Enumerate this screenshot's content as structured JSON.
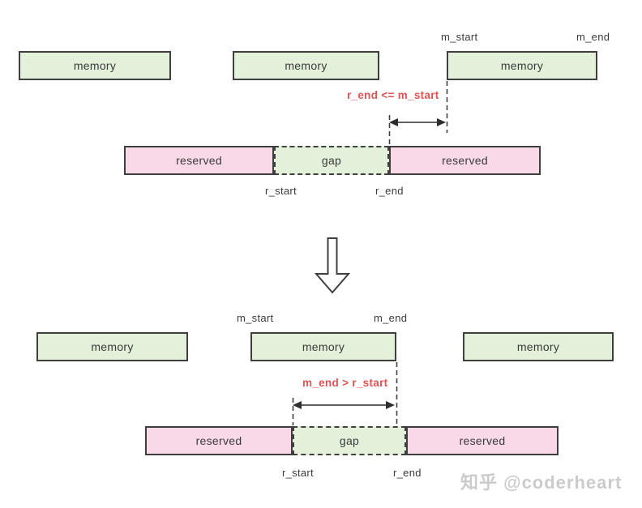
{
  "top_diagram": {
    "memory": "memory",
    "reserved": "reserved",
    "gap": "gap",
    "m_start": "m_start",
    "m_end": "m_end",
    "r_start": "r_start",
    "r_end": "r_end",
    "condition": "r_end <= m_start"
  },
  "bottom_diagram": {
    "memory": "memory",
    "reserved": "reserved",
    "gap": "gap",
    "m_start": "m_start",
    "m_end": "m_end",
    "r_start": "r_start",
    "r_end": "r_end",
    "condition": "m_end > r_start"
  },
  "watermark": "知乎 @coderheart",
  "colors": {
    "memory_fill": "#e3f1da",
    "reserved_fill": "#f9d9e8",
    "gap_fill": "#e3f1da",
    "border": "#3f3f3f",
    "label_text": "#3a3a3a",
    "condition_red": "#e05353",
    "watermark_gray": "#cbcbcb"
  }
}
